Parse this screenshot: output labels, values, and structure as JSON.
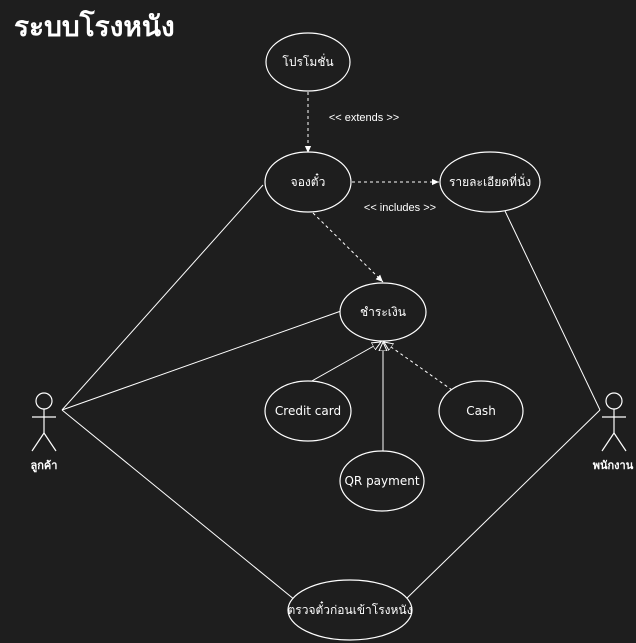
{
  "title": "ระบบโรงหนัง",
  "use_cases": {
    "promotion": "โปรโมชั่น",
    "book_ticket": "จองตั๋ว",
    "seat_details": "รายละเอียดที่นั่ง",
    "payment": "ชำระเงิน",
    "credit_card": "Credit card",
    "cash": "Cash",
    "qr_payment": "QR payment",
    "check_ticket": "ตรวจตั๋วก่อนเข้าโรงหนัง"
  },
  "actors": {
    "customer": "ลูกค้า",
    "staff": "พนักงาน"
  },
  "relations": {
    "extends": "<< extends >>",
    "includes": "<< includes >>"
  },
  "colors": {
    "background": "#1e1e1e",
    "stroke": "#ffffff",
    "text": "#ffffff"
  }
}
